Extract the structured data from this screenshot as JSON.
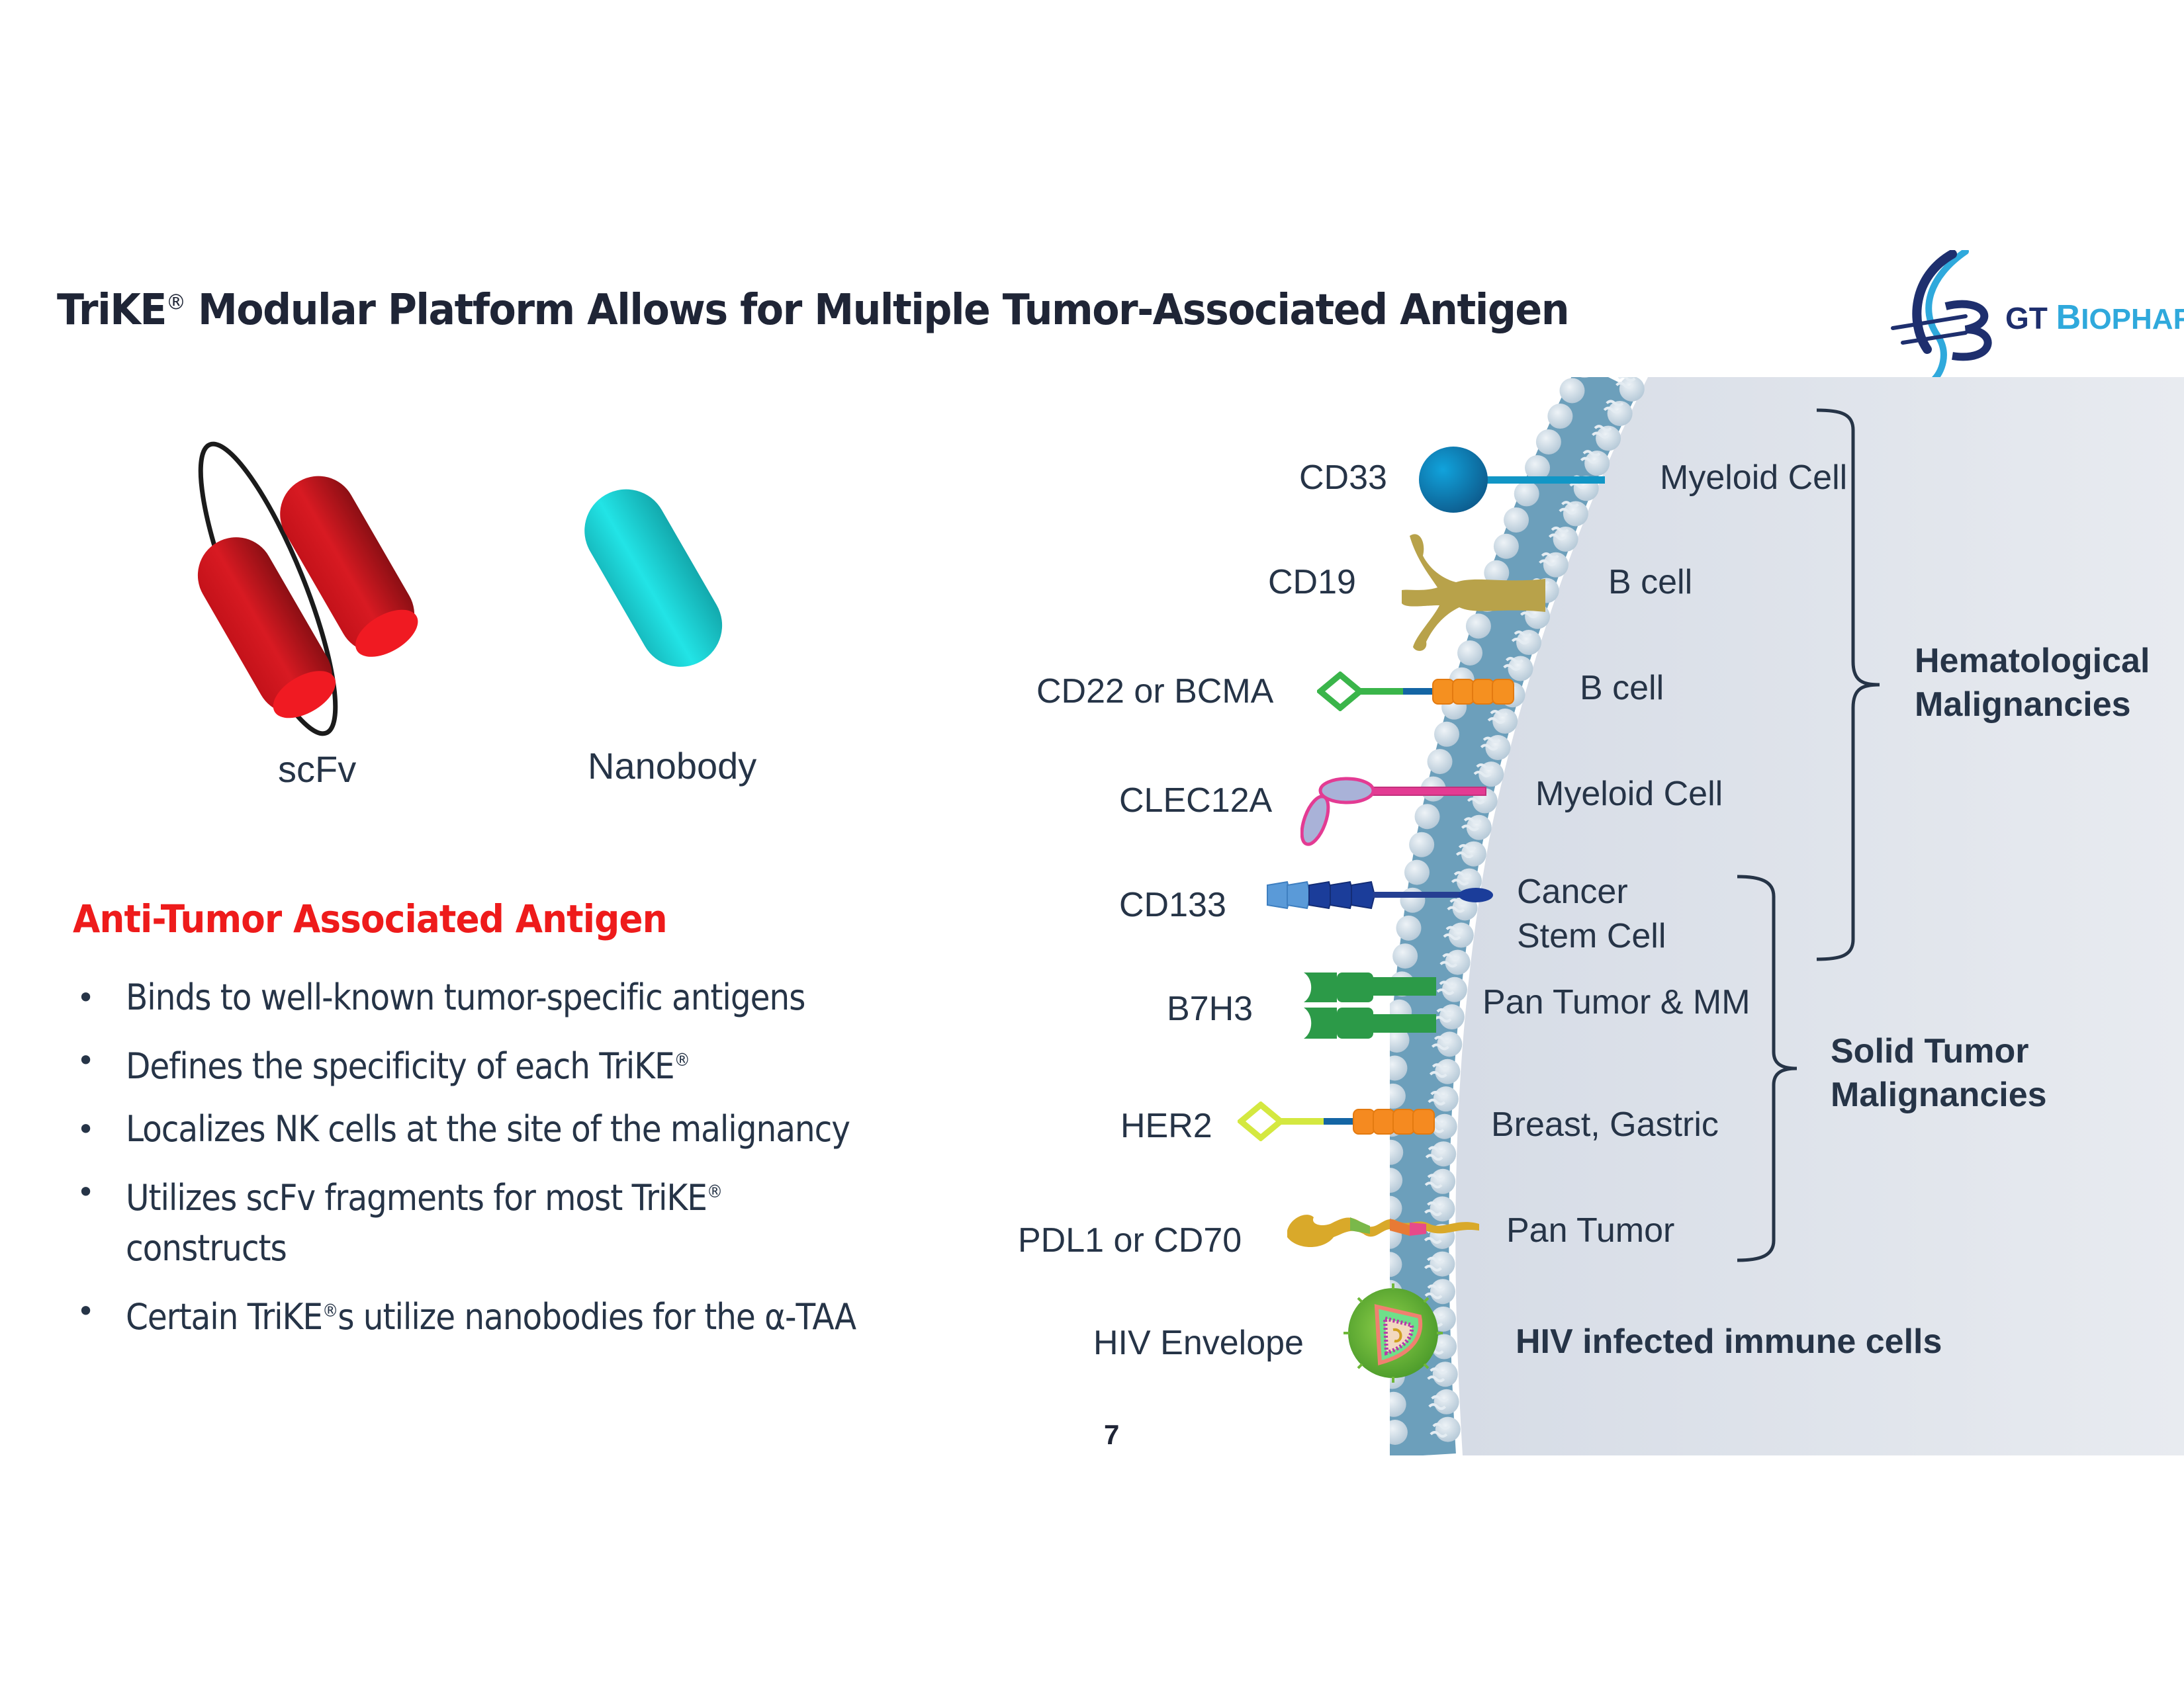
{
  "slide": {
    "title": "TriKE",
    "title_mark": "®",
    "title_rest": " Modular Platform Allows for Multiple Tumor-Associated Antigen",
    "page_number": "7"
  },
  "logo": {
    "icon": "gt-biopharma-helix-icon",
    "text_primary": "GT",
    "text_secondary_initial": "B",
    "text_secondary_rest": "IOPHARMA",
    "colors": {
      "primary": "#1e2f6e",
      "secondary": "#2fa9dc"
    }
  },
  "formats": [
    {
      "label": "scFv",
      "icon": "scfv-double-cylinder-icon",
      "color": "#d0151c"
    },
    {
      "label": "Nanobody",
      "icon": "nanobody-capsule-icon",
      "color": "#1dcfd1"
    }
  ],
  "section": {
    "heading": "Anti-Tumor Associated Antigen",
    "heading_color": "#ee1b1b",
    "bullets": [
      {
        "text": "Binds to well-known tumor-specific antigens",
        "mark": "",
        "after": ""
      },
      {
        "text": "Defines the specificity of each TriKE",
        "mark": "®",
        "after": ""
      },
      {
        "text": "Localizes NK cells at the site of the malignancy",
        "mark": "",
        "after": ""
      },
      {
        "text": "Utilizes scFv fragments for most TriKE",
        "mark": "®",
        "after": "",
        "line2": "constructs"
      },
      {
        "text": "Certain TriKE",
        "mark": "®",
        "after": "s utilize nanobodies for the α-TAA"
      }
    ]
  },
  "diagram": {
    "antigens": [
      {
        "antigen": "CD33",
        "cell_type": "Myeloid Cell",
        "icon": "cd33-sphere-receptor-icon"
      },
      {
        "antigen": "CD19",
        "cell_type": "B cell",
        "icon": "cd19-branched-receptor-icon"
      },
      {
        "antigen": "CD22 or BCMA",
        "cell_type": "B cell",
        "icon": "cd22-diamond-receptor-icon"
      },
      {
        "antigen": "CLEC12A",
        "cell_type": "Myeloid Cell",
        "icon": "clec12a-lectin-receptor-icon"
      },
      {
        "antigen": "CD133",
        "cell_type": "Cancer",
        "cell_type_line2": "Stem Cell",
        "icon": "cd133-pentaspan-receptor-icon"
      },
      {
        "antigen": "B7H3",
        "cell_type": "Pan Tumor & MM",
        "icon": "b7h3-dimer-receptor-icon"
      },
      {
        "antigen": "HER2",
        "cell_type": "Breast, Gastric",
        "icon": "her2-diamond-receptor-icon"
      },
      {
        "antigen": "PDL1 or CD70",
        "cell_type": "Pan Tumor",
        "icon": "pdl1-wavy-receptor-icon"
      },
      {
        "antigen": "HIV Envelope",
        "cell_type": "HIV infected immune cells",
        "icon": "hiv-virion-icon"
      }
    ],
    "groups": [
      {
        "line1": "Hematological",
        "line2": "Malignancies"
      },
      {
        "line1": "Solid Tumor",
        "line2": "Malignancies"
      }
    ],
    "colors": {
      "membrane": "#6c9fbb",
      "lipid_head": "#c9d8e4",
      "cytoplasm": "#dfe4ec"
    }
  }
}
